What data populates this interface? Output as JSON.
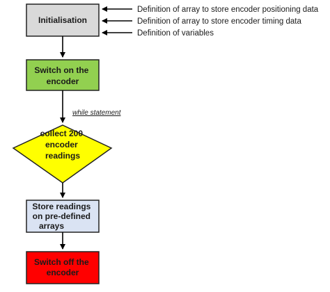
{
  "nodes": {
    "init": {
      "label": "Initialisation",
      "fill": "#d9d9d9"
    },
    "switch_on": {
      "lines": [
        "Switch on the",
        "encoder"
      ],
      "fill": "#92d050"
    },
    "collect": {
      "lines": [
        "collect 200",
        "encoder",
        "readings"
      ],
      "fill": "#ffff00"
    },
    "store": {
      "lines": [
        "Store readings",
        "on pre-defined",
        "arrays"
      ],
      "fill": "#dae3f3"
    },
    "switch_off": {
      "lines": [
        "Switch off the",
        "encoder"
      ],
      "fill": "#ff0000"
    }
  },
  "edge_labels": {
    "while": "while statement"
  },
  "notes": [
    "Definition of array to store encoder positioning data",
    "Definition of array to store encoder timing data",
    "Definition of variables"
  ]
}
